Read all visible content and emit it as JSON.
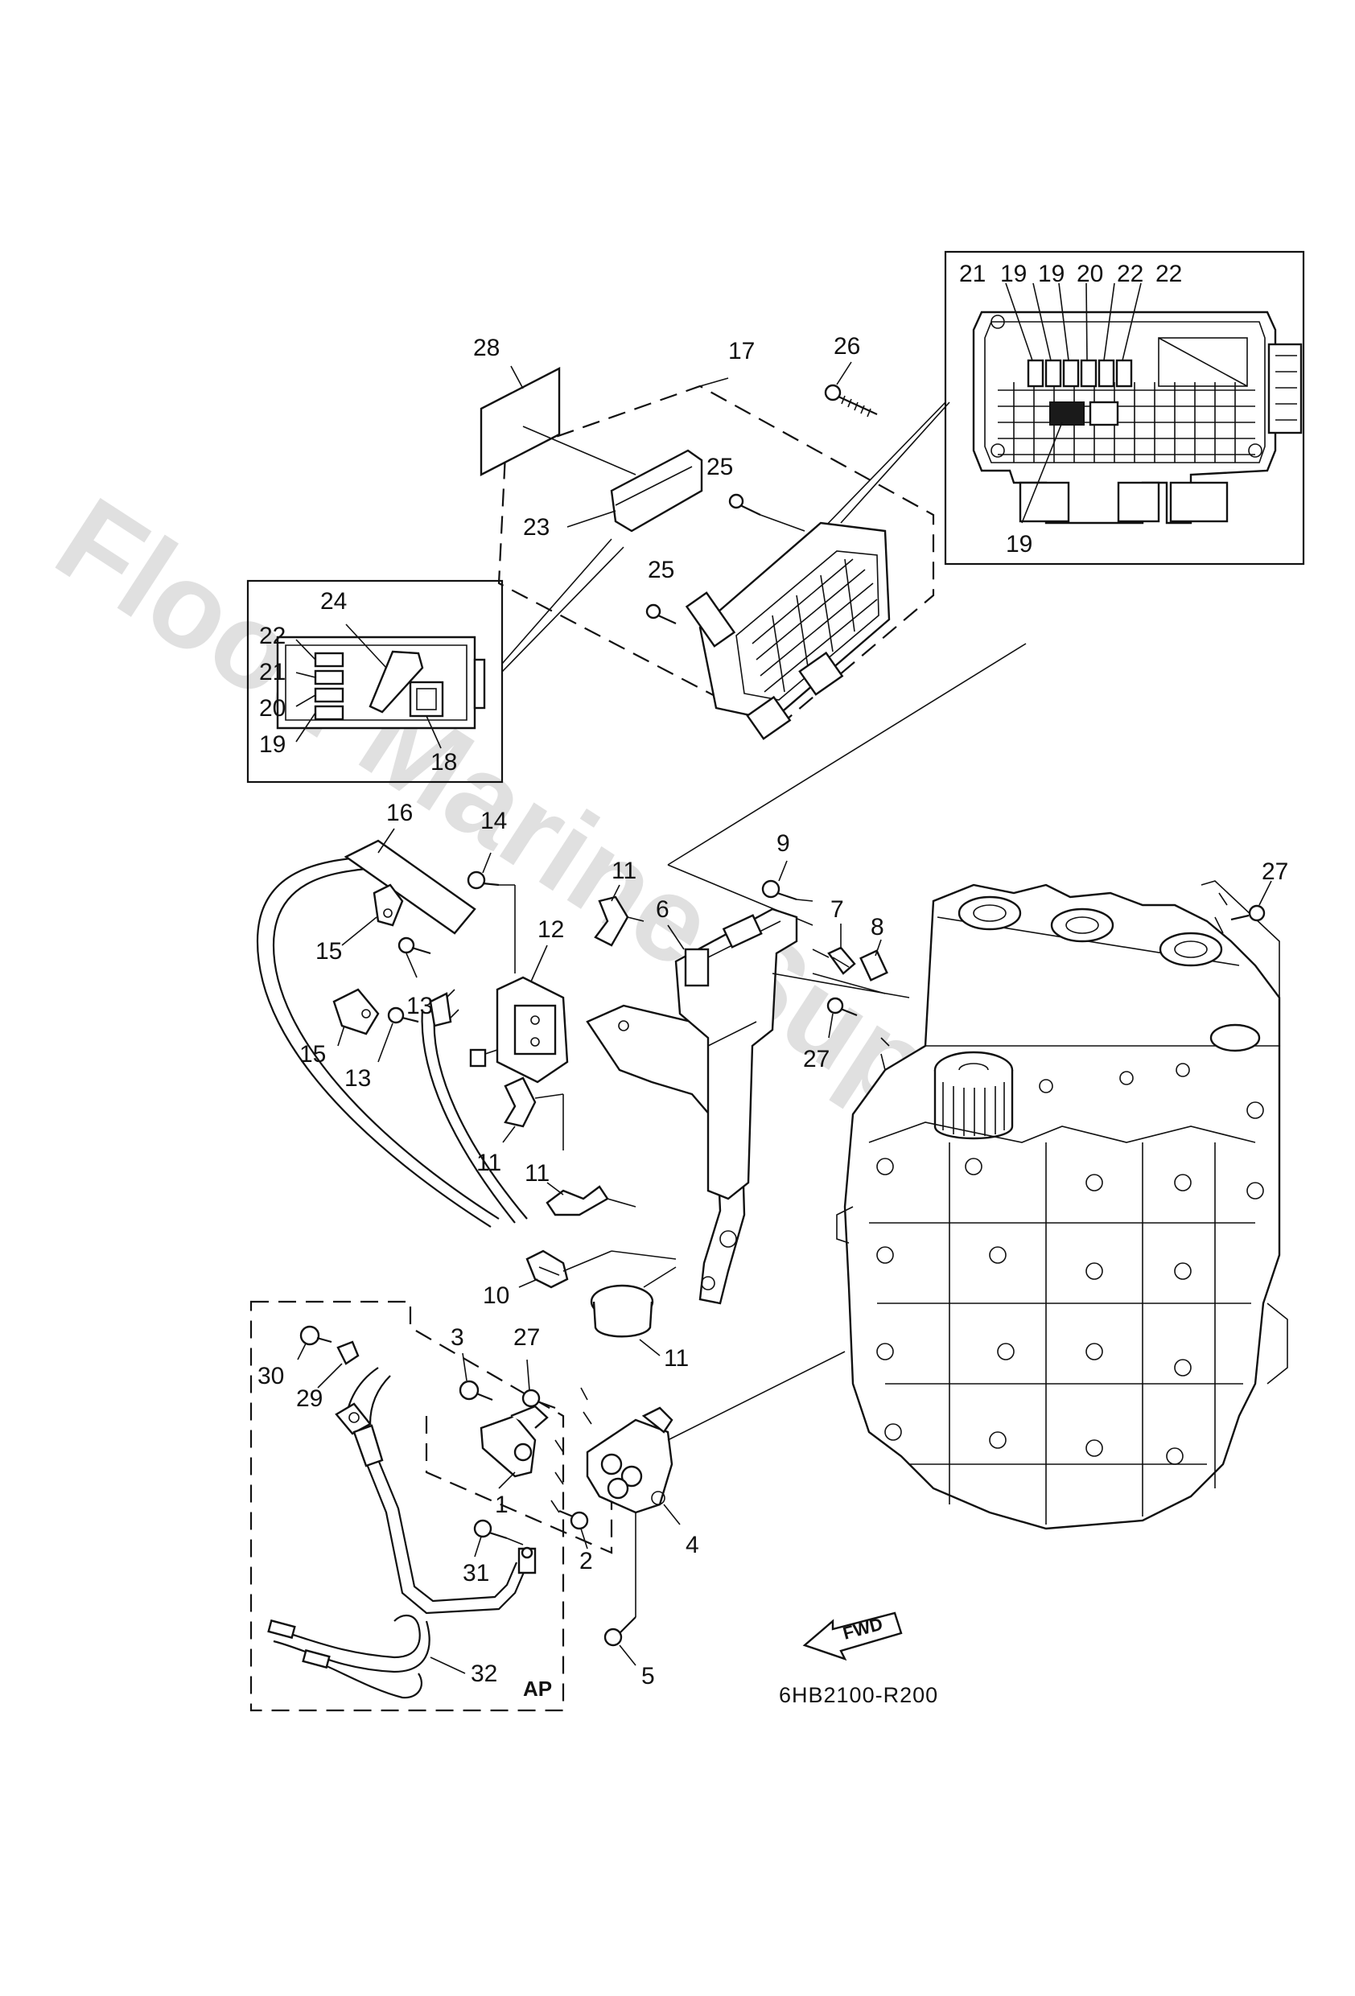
{
  "watermark": "Flood Marine Supplies",
  "diagram_code": "6HB2100-R200",
  "ap_label": "AP",
  "fwd_label": "FWD",
  "callouts": [
    "1",
    "2",
    "3",
    "4",
    "5",
    "6",
    "7",
    "8",
    "9",
    "10",
    "11",
    "12",
    "13",
    "14",
    "15",
    "16",
    "17",
    "18",
    "19",
    "20",
    "21",
    "22",
    "23",
    "24",
    "25",
    "26",
    "27",
    "28",
    "29",
    "30",
    "31",
    "32"
  ]
}
